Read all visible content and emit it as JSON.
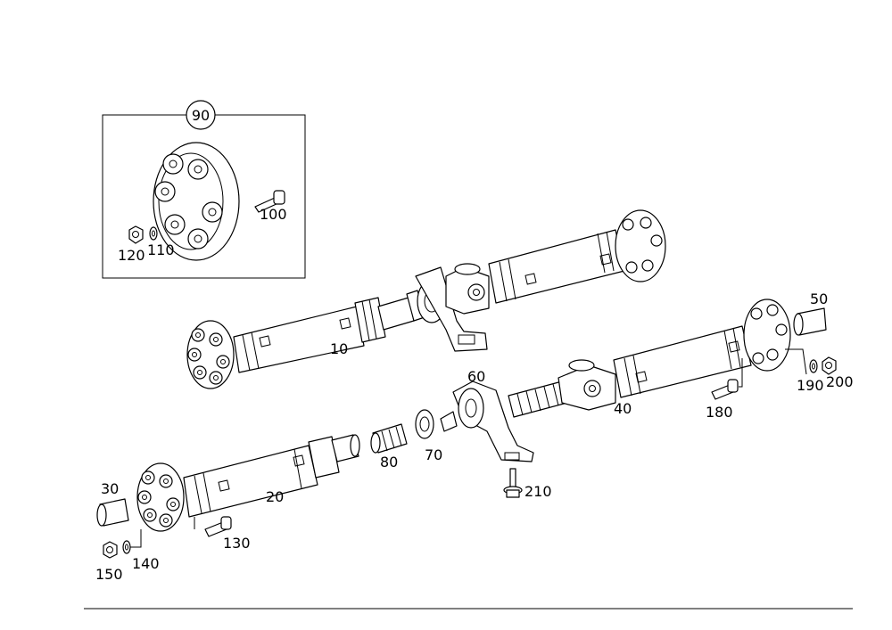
{
  "labels": {
    "l90": "90",
    "l100": "100",
    "l110": "110",
    "l120": "120",
    "l10": "10",
    "l50": "50",
    "l60": "60",
    "l70": "70",
    "l80": "80",
    "l40": "40",
    "l180": "180",
    "l190": "190",
    "l200": "200",
    "l20": "20",
    "l30": "30",
    "l130": "130",
    "l140": "140",
    "l150": "150",
    "l210": "210"
  }
}
